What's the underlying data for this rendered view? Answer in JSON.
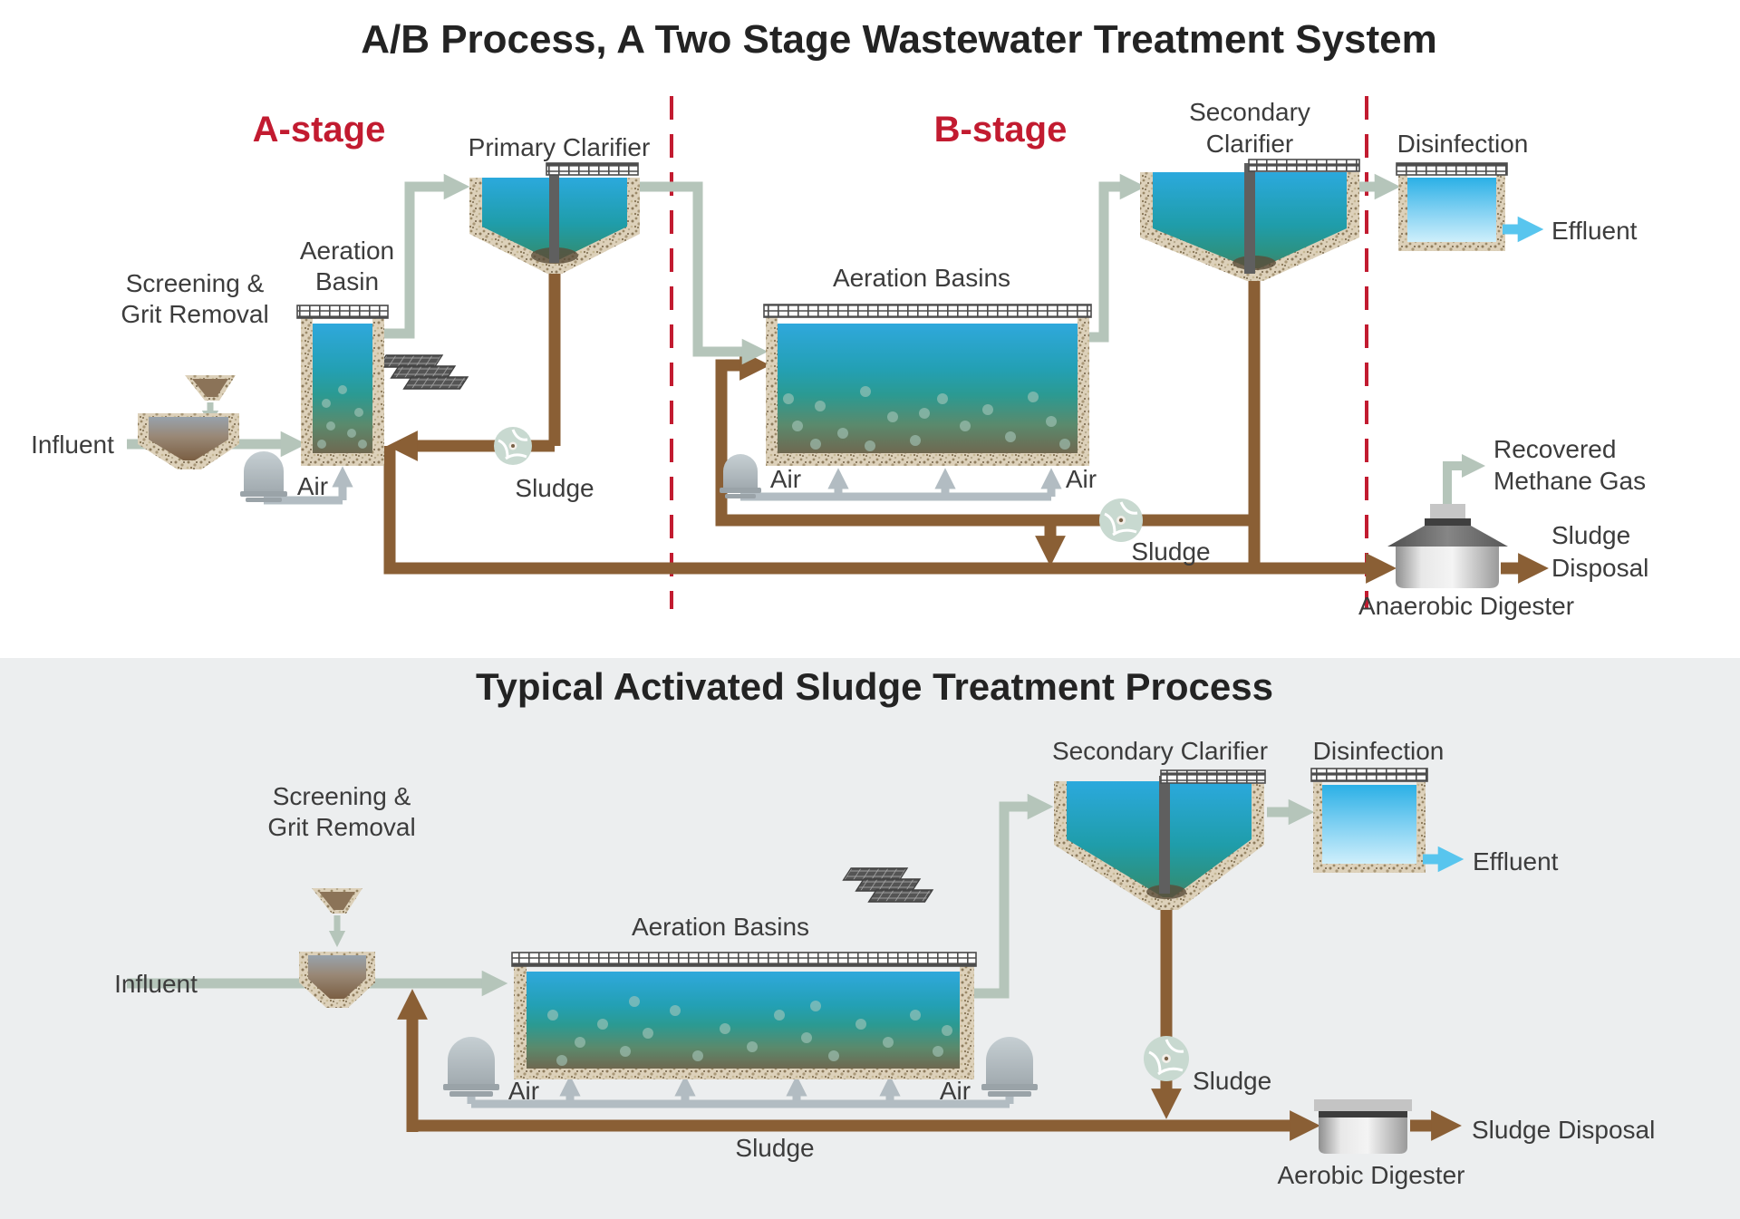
{
  "colors": {
    "stage_accent": "#c21b30",
    "divider_red": "#c21b30",
    "pipe_water": "#b5c5ba",
    "pipe_sludge": "#8a5f35",
    "pipe_air": "#b2bcc2",
    "pipe_effluent": "#58c5ee",
    "water_top": "#2fa8dc",
    "water_teal": "#2b9a92",
    "water_bottom": "#6f6850",
    "tank_wall": "#ddd1ba",
    "bottom_panel_bg": "#eceeef"
  },
  "top": {
    "title": "A/B Process, A Two Stage Wastewater Treatment System",
    "stage_a": "A-stage",
    "stage_b": "B-stage",
    "labels": {
      "primary_clarifier": "Primary Clarifier",
      "aeration_basin_1": "Aeration",
      "aeration_basin_2": "Basin",
      "screening_1": "Screening &",
      "screening_2": "Grit Removal",
      "influent": "Influent",
      "air_a": "Air",
      "sludge_a": "Sludge",
      "aeration_basins": "Aeration Basins",
      "air_b_left": "Air",
      "air_b_right": "Air",
      "secondary_clarifier_1": "Secondary",
      "secondary_clarifier_2": "Clarifier",
      "disinfection": "Disinfection",
      "effluent": "Effluent",
      "sludge_b": "Sludge",
      "recovered_1": "Recovered",
      "recovered_2": "Methane Gas",
      "sludge_disposal_1": "Sludge",
      "sludge_disposal_2": "Disposal",
      "anaerobic_digester": "Anaerobic Digester"
    }
  },
  "bottom": {
    "title": "Typical Activated Sludge Treatment Process",
    "labels": {
      "screening_1": "Screening &",
      "screening_2": "Grit Removal",
      "influent": "Influent",
      "aeration_basins": "Aeration Basins",
      "air_left": "Air",
      "air_right": "Air",
      "secondary_clarifier": "Secondary Clarifier",
      "disinfection": "Disinfection",
      "effluent": "Effluent",
      "sludge_pump": "Sludge",
      "sludge_return": "Sludge",
      "sludge_disposal": "Sludge Disposal",
      "aerobic_digester": "Aerobic Digester"
    }
  }
}
